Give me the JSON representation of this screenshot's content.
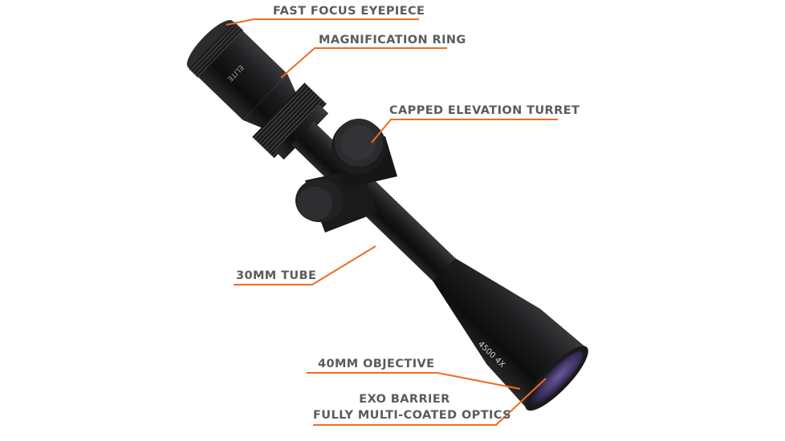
{
  "callouts": {
    "eyepiece": "FAST FOCUS EYEPIECE",
    "magnification": "MAGNIFICATION RING",
    "turret": "CAPPED ELEVATION TURRET",
    "tube": "30MM TUBE",
    "objective": "40MM OBJECTIVE",
    "coating_line1": "EXO BARRIER",
    "coating_line2": "FULLY MULTI-COATED OPTICS"
  },
  "product_markings": {
    "eyepiece_text": "ELITE",
    "objective_text": "4500 4X"
  },
  "colors": {
    "leader_line": "#f26a21",
    "label_text": "#5a5b5d",
    "scope_body": "#1c1c1e",
    "lens": "#4a3f6b"
  }
}
